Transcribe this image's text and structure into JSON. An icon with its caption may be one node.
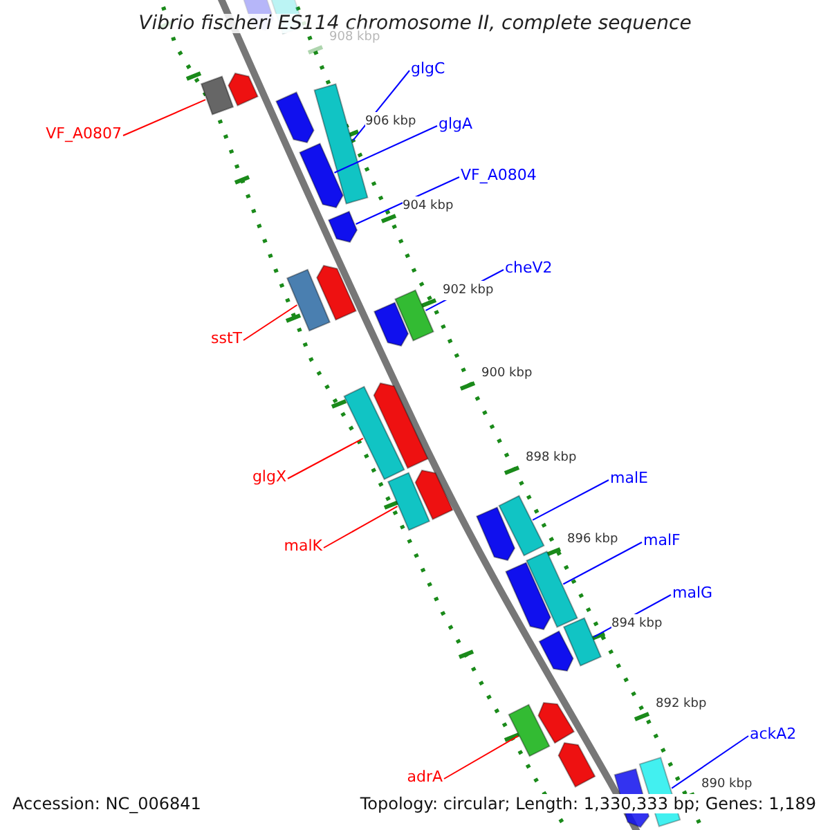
{
  "diagram": {
    "title": "Vibrio fischeri ES114 chromosome II, complete sequence",
    "nodes": [
      {
        "text": [
          "glgC"
        ]
      },
      {
        "text": [
          "glgA"
        ]
      },
      {
        "text": [
          "VF_A0807"
        ]
      },
      {
        "text": [
          "VF_A0804"
        ]
      },
      {
        "text": [
          "cheV2"
        ]
      },
      {
        "text": [
          "sstT"
        ]
      },
      {
        "text": [
          "glgX"
        ]
      },
      {
        "text": [
          "malE"
        ]
      },
      {
        "text": [
          "malF"
        ]
      },
      {
        "text": [
          "malK"
        ]
      },
      {
        "text": [
          "malG"
        ]
      },
      {
        "text": [
          "ackA2"
        ]
      },
      {
        "text": [
          "adrA"
        ]
      },
      {
        "text": [],
        "shape": "bar"
      },
      {
        "text": [],
        "shape": "bar"
      },
      {
        "text": [],
        "shape": "bar"
      },
      {
        "text": [],
        "shape": "bar"
      },
      {
        "text": [],
        "shape": "bar"
      },
      {
        "text": [],
        "shape": "bar"
      },
      {
        "text": [],
        "shape": "bar"
      },
      {
        "text": [],
        "shape": "bar"
      },
      {
        "text": [],
        "shape": "bar"
      },
      {
        "text": [],
        "shape": "bar"
      },
      {
        "text": [],
        "shape": "bar"
      },
      {
        "text": [],
        "shape": "bar"
      },
      {
        "text": [],
        "shape": "bar"
      },
      {
        "text": [],
        "shape": "bar"
      },
      {
        "text": [],
        "shape": "bar"
      },
      {
        "text": [],
        "shape": "bar"
      },
      {
        "text": [],
        "shape": "bar"
      },
      {
        "text": [],
        "shape": "bar"
      },
      {
        "text": [],
        "shape": "bar"
      },
      {
        "text": [],
        "shape": "bar"
      },
      {
        "text": [],
        "shape": "bar"
      },
      {
        "text": [],
        "shape": "bar"
      },
      {
        "text": [],
        "shape": "bar"
      },
      {
        "text": [],
        "shape": "bar"
      },
      {
        "text": [],
        "shape": "bar"
      },
      {
        "text": [],
        "shape": "bar"
      },
      {
        "text": [],
        "shape": "bar"
      }
    ],
    "edges": [
      {
        "from": 0,
        "to": 17,
        "arrow": "none"
      },
      {
        "from": 1,
        "to": 19,
        "arrow": "none"
      },
      {
        "from": 2,
        "to": 16,
        "arrow": "none",
        "color": "#ff0000"
      },
      {
        "from": 3,
        "to": 20,
        "arrow": "none"
      },
      {
        "from": 4,
        "to": 23,
        "arrow": "none"
      },
      {
        "from": 5,
        "to": 22,
        "arrow": "none",
        "color": "#ff0000"
      },
      {
        "from": 6,
        "to": 26,
        "arrow": "none",
        "color": "#ff0000"
      },
      {
        "from": 7,
        "to": 29,
        "arrow": "none"
      },
      {
        "from": 8,
        "to": 31,
        "arrow": "none"
      },
      {
        "from": 9,
        "to": 28,
        "arrow": "none",
        "color": "#ff0000"
      },
      {
        "from": 10,
        "to": 33,
        "arrow": "none"
      },
      {
        "from": 11,
        "to": 38,
        "arrow": "none"
      },
      {
        "from": 12,
        "to": 36,
        "arrow": "none",
        "color": "#ff0000"
      }
    ],
    "labels": [
      "908 kbp",
      "906 kbp",
      "904 kbp",
      "902 kbp",
      "900 kbp",
      "898 kbp",
      "896 kbp",
      "894 kbp",
      "892 kbp",
      "890 kbp",
      "Accession: NC_006841",
      "Topology: circular; Length: 1,330,333 bp; Genes: 1,189"
    ]
  }
}
